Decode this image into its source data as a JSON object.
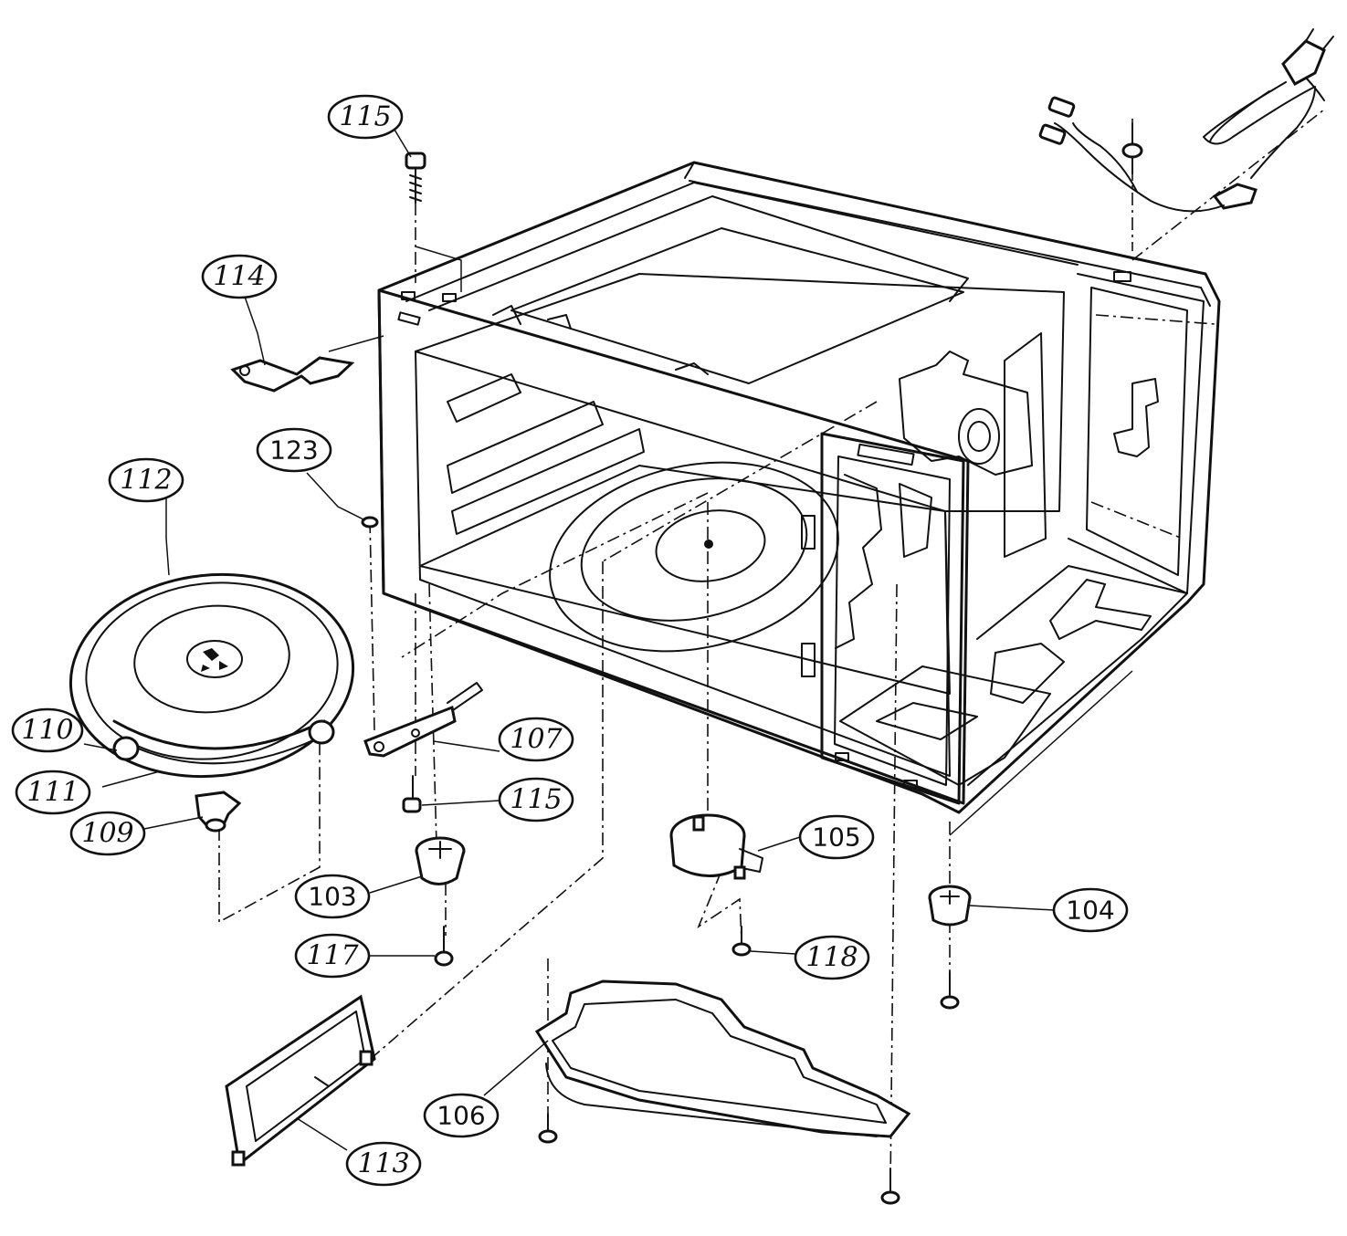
{
  "callouts": {
    "c115_top": "115",
    "c114": "114",
    "c112": "112",
    "c123": "123",
    "c110": "110",
    "c111": "111",
    "c109": "109",
    "c107": "107",
    "c115_mid": "115",
    "c103": "103",
    "c117": "117",
    "c105": "105",
    "c118": "118",
    "c104": "104",
    "c106": "106",
    "c113": "113"
  }
}
